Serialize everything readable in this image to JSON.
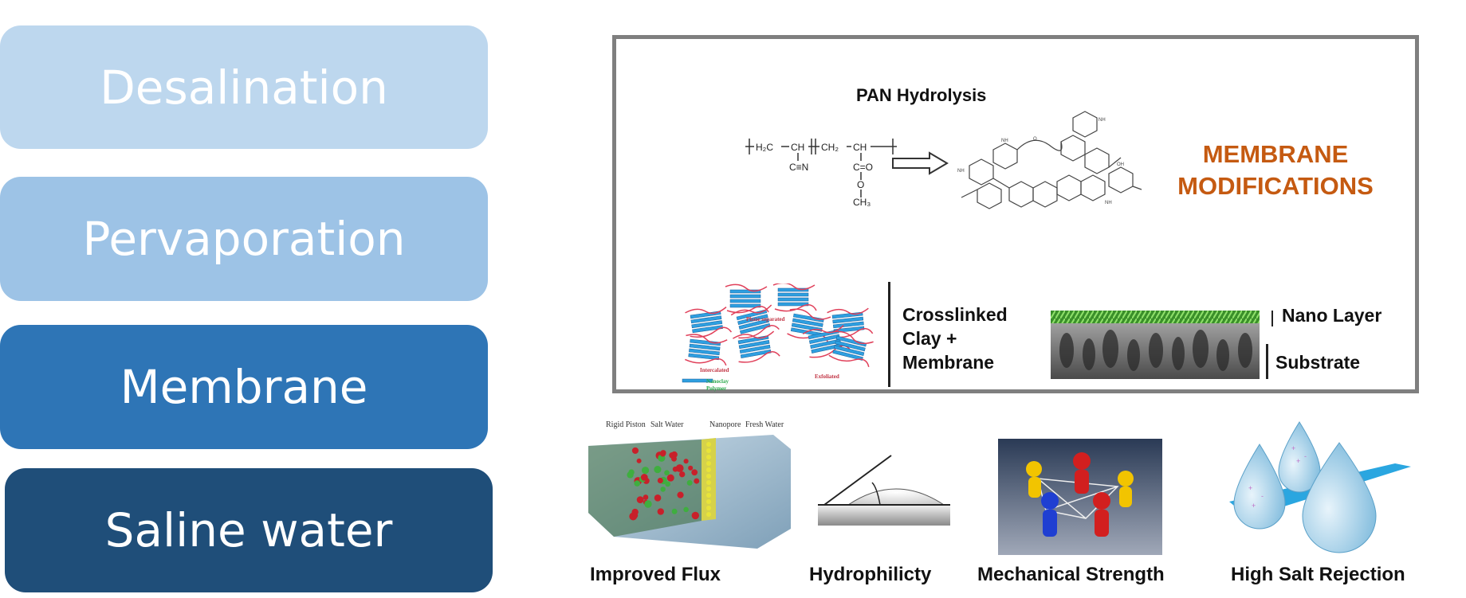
{
  "stack": {
    "items": [
      {
        "label": "Desalination",
        "color": "#bdd7ee"
      },
      {
        "label": "Pervaporation",
        "color": "#9dc3e6"
      },
      {
        "label": "Membrane",
        "color": "#2e75b6"
      },
      {
        "label": "Saline water",
        "color": "#1f4e79"
      }
    ]
  },
  "panel": {
    "hydrolysis_title": "PAN Hydrolysis",
    "modifications_line1": "MEMBRANE",
    "modifications_line2": "MODIFICATIONS",
    "chem": {
      "h2c": "H₂C",
      "ch": "CH",
      "ch2": "CH₂",
      "cn": "C≡N",
      "co": "C=O",
      "o": "O",
      "ch3": "CH₃"
    },
    "clay": {
      "phase_separated": "Phase separated",
      "intercalated": "Intercalated",
      "exfoliated": "Exfoliated",
      "nanoclay": "Nanoclay",
      "polymer": "Polymer"
    },
    "crosslinked_line1": "Crosslinked",
    "crosslinked_line2": "Clay +",
    "crosslinked_line3": "Membrane",
    "nano_layer": "Nano Layer",
    "substrate": "Substrate"
  },
  "flux_labels": {
    "rigid_piston": "Rigid Piston",
    "salt_water": "Salt Water",
    "nanopore": "Nanopore",
    "fresh_water": "Fresh Water"
  },
  "captions": {
    "improved_flux": "Improved Flux",
    "hydrophilicty": "Hydrophilicty",
    "mechanical_strength": "Mechanical Strength",
    "high_salt_rejection": "High Salt Rejection"
  },
  "colors": {
    "accent_orange": "#c55a11",
    "frame_gray": "#7f7f7f",
    "clay_blue": "#2e9fe0",
    "polymer_red": "#e0405a"
  }
}
